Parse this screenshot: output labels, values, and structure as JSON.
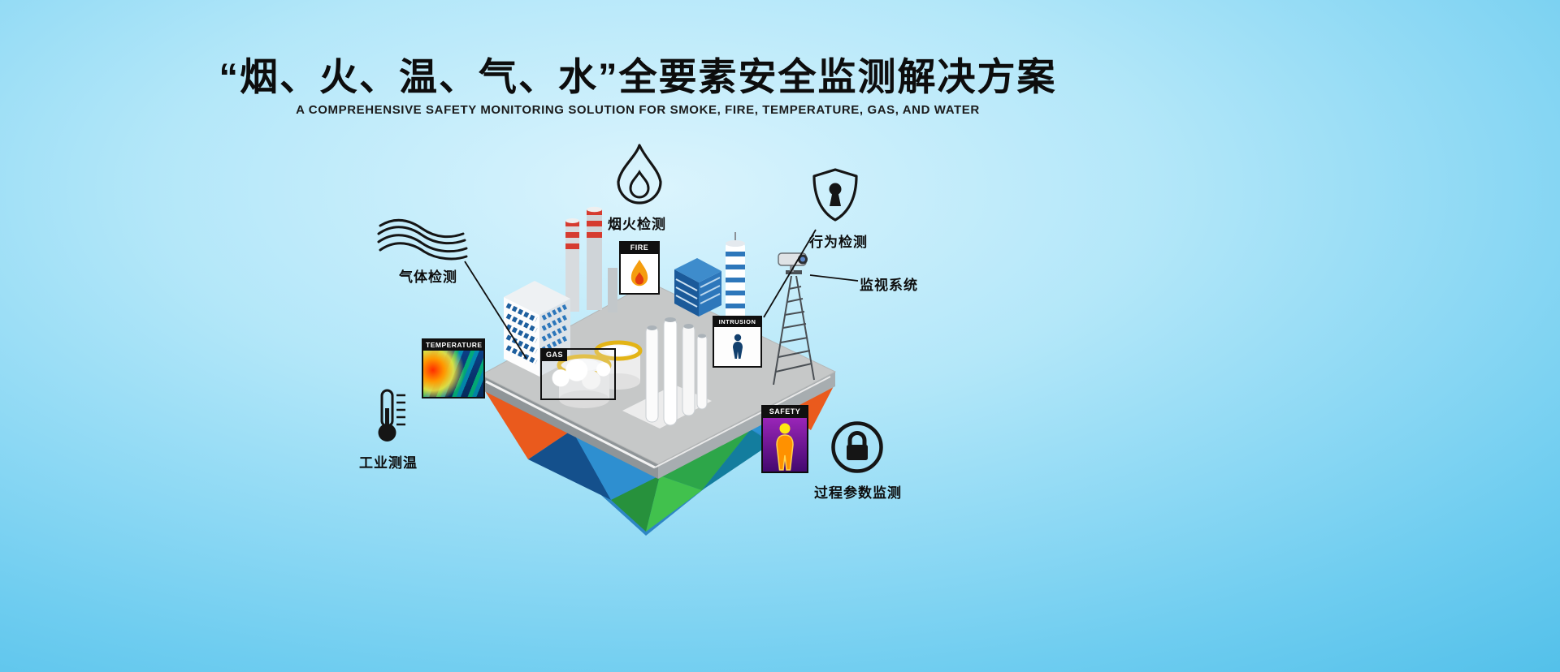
{
  "header": {
    "title": "“烟、火、温、气、水”全要素安全监测解决方案",
    "subtitle": "A COMPREHENSIVE SAFETY MONITORING SOLUTION FOR SMOKE, FIRE, TEMPERATURE, GAS, AND WATER"
  },
  "callouts": {
    "smoke_fire": {
      "label": "烟火检测",
      "icon": "flame-icon"
    },
    "behavior": {
      "label": "行为检测",
      "icon": "shield-keyhole-icon"
    },
    "surveillance": {
      "label": "监视系统",
      "icon": "cctv-camera"
    },
    "gas": {
      "label": "气体检测",
      "icon": "gas-waves-icon"
    },
    "temperature": {
      "label": "工业测温",
      "icon": "thermometer-icon"
    },
    "process": {
      "label": "过程参数监测",
      "icon": "lock-icon"
    }
  },
  "scene_tags": {
    "fire": "FIRE",
    "temperature": "TEMPERATURE",
    "gas": "GAS",
    "intrusion": "INTRUSION",
    "safety": "SAFETY"
  },
  "colors": {
    "background_edge": "#2fb0e2",
    "background_center": "#dbf4fd",
    "text": "#0d0d0d",
    "facet_orange": "#ea5a1d",
    "facet_blue": "#2e8fd0",
    "facet_green": "#41c14d"
  }
}
